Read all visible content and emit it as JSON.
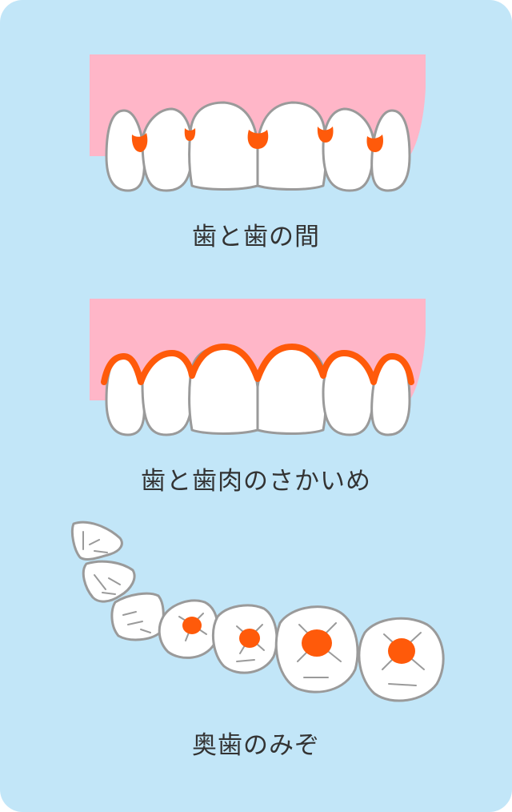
{
  "captions": {
    "between_teeth": "歯と歯の間",
    "gum_line": "歯と歯肉のさかいめ",
    "molar_grooves": "奥歯のみぞ"
  },
  "colors": {
    "background": "#c2e6f8",
    "gum": "#ffb6c8",
    "tooth": "#ffffff",
    "tooth_outline": "#9a9a9a",
    "plaque_highlight": "#ff5a0a",
    "text": "#333333"
  }
}
